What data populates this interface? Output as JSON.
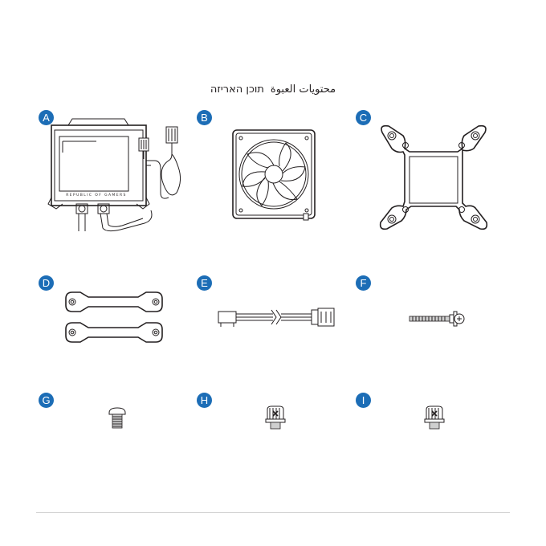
{
  "heading": {
    "hebrew": "תוכן האריזה",
    "arabic": "محتويات العبوة"
  },
  "items": [
    {
      "letter": "A",
      "part": "pump-block-with-cables",
      "brand_text": "REPUBLIC OF GAMERS"
    },
    {
      "letter": "B",
      "part": "radiator-fan"
    },
    {
      "letter": "C",
      "part": "backplate"
    },
    {
      "letter": "D",
      "part": "mounting-brackets"
    },
    {
      "letter": "E",
      "part": "fan-cable"
    },
    {
      "letter": "F",
      "part": "long-screw"
    },
    {
      "letter": "G",
      "part": "short-screw"
    },
    {
      "letter": "H",
      "part": "thumb-screw"
    },
    {
      "letter": "I",
      "part": "thumb-screw"
    }
  ],
  "colors": {
    "badge": "#1c6db6",
    "line": "#231f20",
    "rule": "#cfcfcf"
  }
}
